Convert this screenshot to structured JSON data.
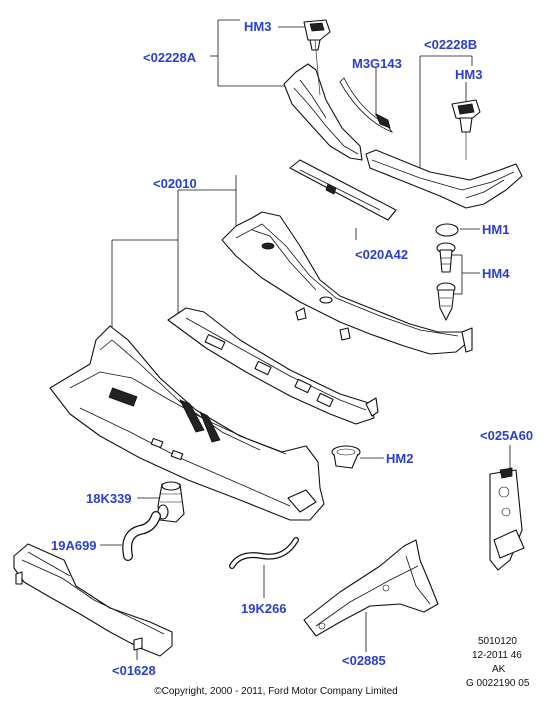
{
  "diagram": {
    "labels": {
      "hm3_a": "HM3",
      "p02228a": "<02228A",
      "m3g143": "M3G143",
      "p02228b": "<02228B",
      "hm3_b": "HM3",
      "p02010": "<02010",
      "hm1": "HM1",
      "p020a42": "<020A42",
      "hm4": "HM4",
      "p025a60": "<025A60",
      "hm2": "HM2",
      "p18k339": "18K339",
      "p19a699": "19A699",
      "p19k266": "19K266",
      "p01628": "<01628",
      "p02885": "<02885"
    },
    "reference": {
      "line1": "5010120",
      "line2": "12-2011 46",
      "line3": "AK",
      "line4": "G 0022190 05"
    },
    "copyright": "©Copyright, 2000 - 2011, Ford Motor Company Limited"
  }
}
